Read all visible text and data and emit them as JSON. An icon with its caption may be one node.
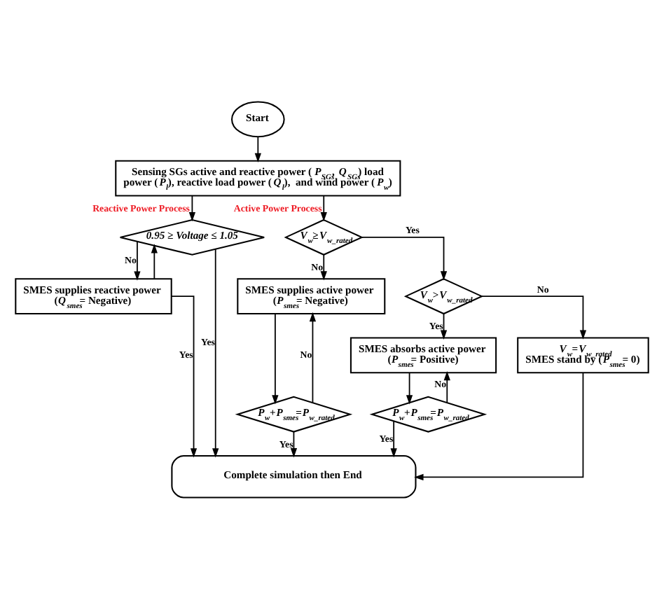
{
  "diagram": {
    "nodes": [
      {
        "text": [
          "Start"
        ]
      },
      {
        "text": [
          "Sensing SGs active and reactive power (*P*$_{SGs}$, *Q*$_{SGs}$) load power (*P*$_{l}$), reactive load power (*Q*$_{l}$),  and wind power (*P*$_{w}$)"
        ]
      },
      {
        "text": [
          "0.95 ≥ Voltage ≤ 1.05"
        ]
      },
      {
        "text": [
          "SMES supplies reactive power (*Q*$_{smes}$= Negative)"
        ]
      },
      {
        "text": [
          "*V*$_{w}$≥*V*$_{w_rated}$"
        ]
      },
      {
        "text": [
          "SMES supplies active power (*P*$_{smes}$= Negative)"
        ]
      },
      {
        "text": [
          "*P*$_{w}$+*P*$_{smes}$=*P*$_{w_rated}$"
        ]
      },
      {
        "text": [
          "*V*$_{w}$>*V*$_{w_rated}$"
        ]
      },
      {
        "text": [
          "SMES absorbs active power (*P*$_{smes}$= Positive)"
        ]
      },
      {
        "text": [
          "*V*$_{w}$=*V*$_{w_rated}$",
          "SMES stand by (*P*$_{smes}$= 0)"
        ]
      },
      {
        "text": [
          "*P*$_{w}$+*P*$_{smes}$=*P*$_{w_rated}$"
        ]
      },
      {
        "text": [
          "Complete simulation then End"
        ]
      }
    ],
    "edges": [
      {
        "from": 0,
        "to": 1,
        "arrow": "to"
      },
      {
        "from": 1,
        "to": 2,
        "arrow": "to",
        "label": "Reactive Power Process"
      },
      {
        "from": 1,
        "to": 4,
        "arrow": "to",
        "label": "Active Power Process"
      },
      {
        "from": 2,
        "to": 11,
        "arrow": "to",
        "label": "Yes"
      },
      {
        "from": 2,
        "to": 3,
        "arrow": "to",
        "label": "No"
      },
      {
        "from": 3,
        "to": 2,
        "arrow": "to"
      },
      {
        "from": 3,
        "to": 11,
        "arrow": "to",
        "label": "Yes"
      },
      {
        "from": 4,
        "to": 5,
        "arrow": "to",
        "label": "No"
      },
      {
        "from": 4,
        "to": 7,
        "arrow": "to",
        "label": "Yes"
      },
      {
        "from": 5,
        "to": 6,
        "arrow": "to"
      },
      {
        "from": 6,
        "to": 5,
        "arrow": "to",
        "label": "No"
      },
      {
        "from": 6,
        "to": 11,
        "arrow": "to",
        "label": "Yes"
      },
      {
        "from": 7,
        "to": 9,
        "arrow": "to",
        "label": "No"
      },
      {
        "from": 7,
        "to": 8,
        "arrow": "to",
        "label": "Yes"
      },
      {
        "from": 8,
        "to": 10,
        "arrow": "to"
      },
      {
        "from": 10,
        "to": 8,
        "arrow": "to",
        "label": "No"
      },
      {
        "from": 10,
        "to": 11,
        "arrow": "to",
        "label": "Yes"
      },
      {
        "from": 9,
        "to": 11,
        "arrow": "to"
      }
    ]
  }
}
